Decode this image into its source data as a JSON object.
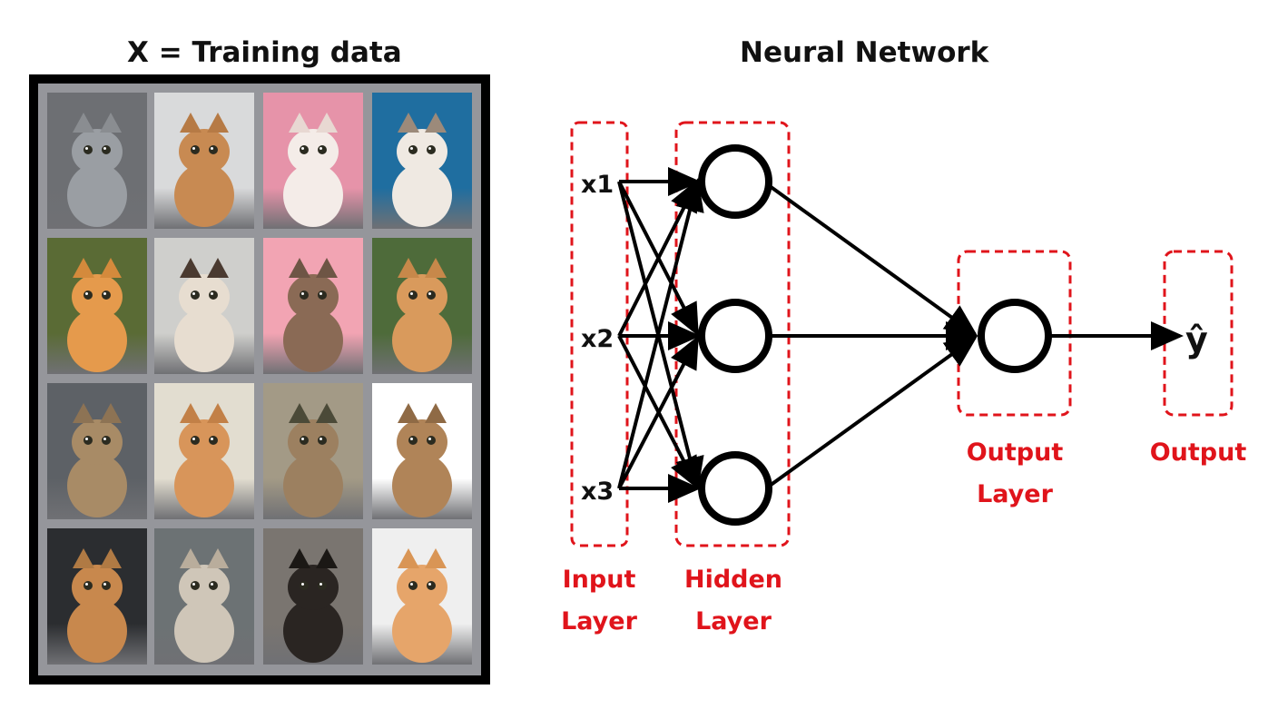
{
  "left_panel": {
    "title": "X = Training data",
    "tiles": [
      {
        "bg": "#6d6f73",
        "fur": "#9a9ea3",
        "ears": "#8a8d91"
      },
      {
        "bg": "#d9dadb",
        "fur": "#c88a52",
        "ears": "#b67a45"
      },
      {
        "bg": "#e693a9",
        "fur": "#f4ece8",
        "ears": "#e8d8d2"
      },
      {
        "bg": "#1f6ea0",
        "fur": "#efe9e2",
        "ears": "#9c8a7a"
      },
      {
        "bg": "#5a6b35",
        "fur": "#e59a4c",
        "ears": "#d48a3c"
      },
      {
        "bg": "#cfcfcc",
        "fur": "#e7ddd0",
        "ears": "#4a3a30"
      },
      {
        "bg": "#f2a4b3",
        "fur": "#8a6a55",
        "ears": "#6e5545"
      },
      {
        "bg": "#4e6b3a",
        "fur": "#d99a5c",
        "ears": "#c7884a"
      },
      {
        "bg": "#5d6166",
        "fur": "#a88b66",
        "ears": "#8d7354"
      },
      {
        "bg": "#e2ddd0",
        "fur": "#d8955a",
        "ears": "#c28047"
      },
      {
        "bg": "#a39a86",
        "fur": "#9c8060",
        "ears": "#4b4a38"
      },
      {
        "bg": "#ffffff",
        "fur": "#b08458",
        "ears": "#8f6a45"
      },
      {
        "bg": "#2b2d30",
        "fur": "#c8884d",
        "ears": "#b07a44"
      },
      {
        "bg": "#6c7274",
        "fur": "#cfc6b8",
        "ears": "#b9ad9c"
      },
      {
        "bg": "#7a7570",
        "fur": "#2a2522",
        "ears": "#1b1815"
      },
      {
        "bg": "#efefef",
        "fur": "#e6a56a",
        "ears": "#d99555"
      }
    ]
  },
  "right_panel": {
    "title": "Neural Network",
    "inputs": [
      "x1",
      "x2",
      "x3"
    ],
    "output_symbol": "ŷ",
    "labels": {
      "input_layer": [
        "Input",
        "Layer"
      ],
      "hidden_layer": [
        "Hidden",
        "Layer"
      ],
      "output_layer": [
        "Output",
        "Layer"
      ],
      "output": "Output"
    },
    "colors": {
      "highlight": "#e0141b",
      "edges": "#000000"
    }
  }
}
